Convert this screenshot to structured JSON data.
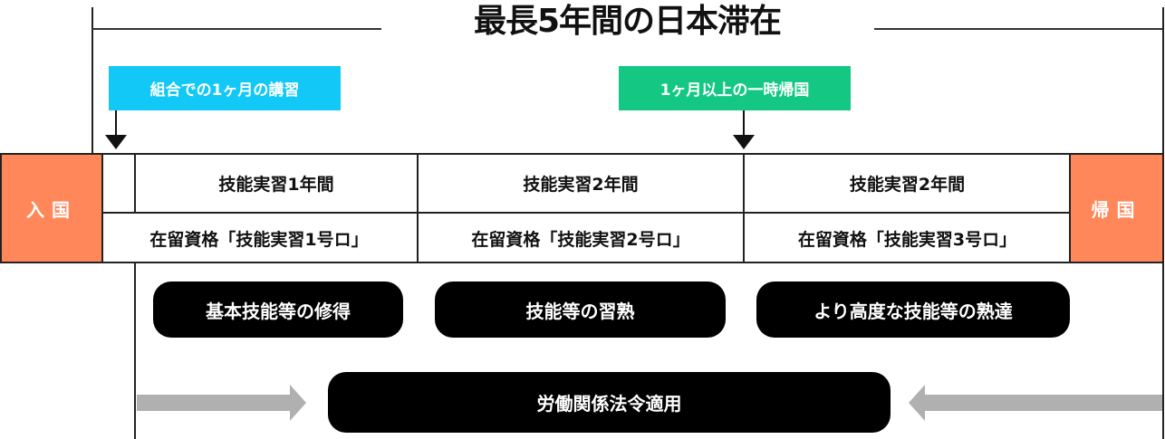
{
  "header": {
    "title": "最長5年間の日本滞在"
  },
  "callouts": [
    {
      "label": "組合での1ヶ月の講習",
      "color": "#12c8f7"
    },
    {
      "label": "1ヶ月以上の一時帰国",
      "color": "#14c884"
    }
  ],
  "entry": {
    "label": "入国",
    "color": "#ff875a"
  },
  "exit": {
    "label": "帰国",
    "color": "#ff875a"
  },
  "stages": [
    {
      "period": "技能実習1年間",
      "status": "在留資格「技能実習1号ロ」"
    },
    {
      "period": "技能実習2年間",
      "status": "在留資格「技能実習2号ロ」"
    },
    {
      "period": "技能実習2年間",
      "status": "在留資格「技能実習3号ロ」"
    }
  ],
  "goals": [
    "基本技能等の修得",
    "技能等の習熟",
    "より高度な技能等の熟達"
  ],
  "labor_law": {
    "label": "労働関係法令適用",
    "arrow_color": "#b0b0b0"
  }
}
